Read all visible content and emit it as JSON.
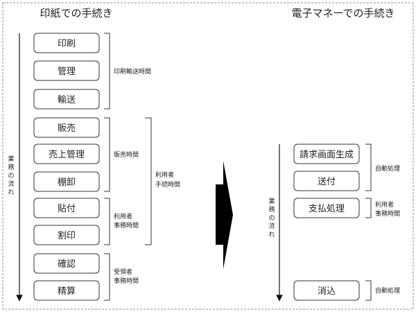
{
  "titles": {
    "left": "印紙での手続き",
    "right": "電子マネーでの手続き"
  },
  "flow_label": {
    "left": [
      "業",
      "務",
      "の",
      "流",
      "れ"
    ],
    "right": [
      "業",
      "務",
      "の",
      "流",
      "れ"
    ]
  },
  "left_steps": [
    "印刷",
    "管理",
    "輸送",
    "販売",
    "売上管理",
    "棚卸",
    "貼付",
    "割印",
    "確認",
    "精算"
  ],
  "left_groups": [
    {
      "lines": [
        "印刷輸送時間"
      ]
    },
    {
      "lines": [
        "販売時間"
      ]
    },
    {
      "lines": [
        "利用者",
        "事務時間"
      ]
    },
    {
      "lines": [
        "受領者",
        "事務時間"
      ]
    }
  ],
  "left_outer_group": {
    "lines": [
      "利用者",
      "手続時間"
    ]
  },
  "right_steps": [
    "請求画面生成",
    "送付",
    "支払処理",
    "消込"
  ],
  "right_groups": [
    {
      "lines": [
        "自動処理"
      ]
    },
    {
      "lines": [
        "利用者",
        "事務時間"
      ]
    },
    {
      "lines": [
        "自動処理"
      ]
    }
  ]
}
